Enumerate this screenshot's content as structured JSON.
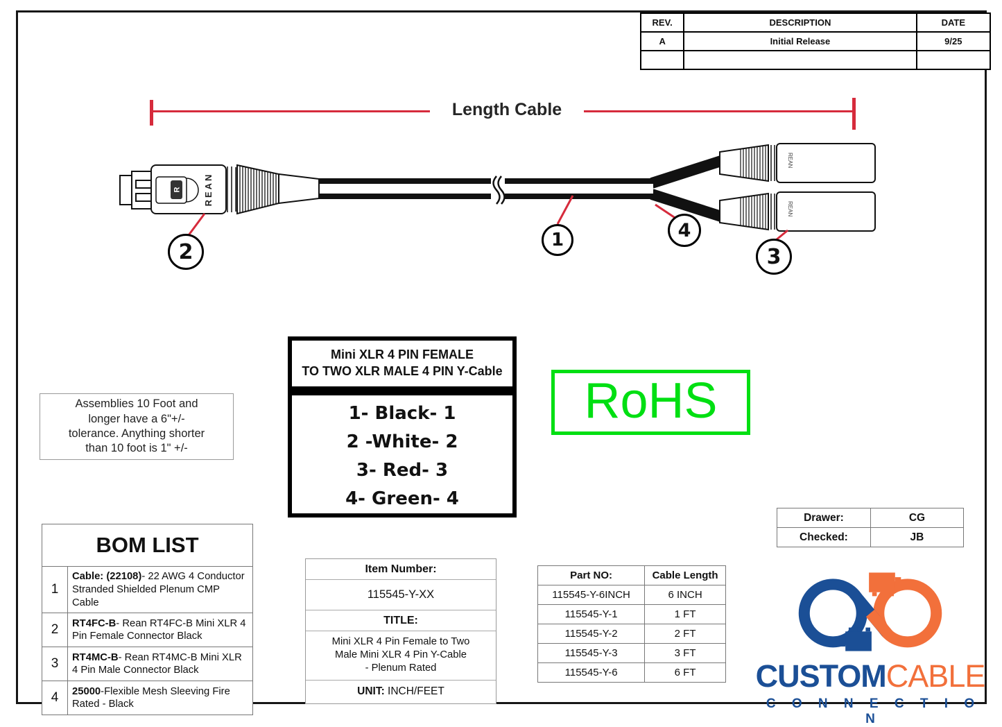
{
  "revision_table": {
    "headers": [
      "REV.",
      "DESCRIPTION",
      "DATE"
    ],
    "rows": [
      [
        "A",
        "Initial Release",
        "9/25"
      ],
      [
        "",
        "",
        ""
      ]
    ]
  },
  "drawing": {
    "dimension_label": "Length Cable",
    "connector_brand": "REAN",
    "logo_letter": "R",
    "callouts": [
      "1",
      "2",
      "3",
      "4"
    ],
    "accent_red": "#d62b3c"
  },
  "tolerance_note": {
    "lines": [
      "Assemblies 10 Foot and",
      "longer have a 6\"+/-",
      "tolerance. Anything shorter",
      "than 10 foot is 1\" +/-"
    ]
  },
  "spec_box": {
    "title_line1": "Mini XLR 4 PIN FEMALE",
    "title_line2": "TO TWO XLR MALE 4 PIN Y-Cable",
    "wires": [
      "1- Black- 1",
      "2 -White- 2",
      "3- Red- 3",
      "4- Green- 4"
    ]
  },
  "rohs": {
    "label": "RoHS",
    "color": "#00df12"
  },
  "bom": {
    "title": "BOM LIST",
    "items": [
      {
        "no": "1",
        "code": "Cable: (22108)",
        "desc": "- 22 AWG 4 Conductor Stranded Shielded Plenum CMP Cable"
      },
      {
        "no": "2",
        "code": "RT4FC-B",
        "desc": "- Rean RT4FC-B Mini XLR 4 Pin Female Connector Black"
      },
      {
        "no": "3",
        "code": "RT4MC-B",
        "desc": "- Rean RT4MC-B Mini XLR 4 Pin Male Connector Black"
      },
      {
        "no": "4",
        "code": "25000",
        "desc": "-Flexible Mesh Sleeving Fire Rated - Black"
      }
    ]
  },
  "item_info": {
    "item_number_label": "Item Number:",
    "item_number": "115545-Y-XX",
    "title_label": "TITLE:",
    "title_lines": [
      "Mini XLR 4 Pin Female to Two",
      "Male Mini XLR 4 Pin Y-Cable",
      "- Plenum Rated"
    ],
    "unit_label": "UNIT:",
    "unit_value": " INCH/FEET"
  },
  "part_table": {
    "headers": [
      "Part NO:",
      "Cable Length"
    ],
    "rows": [
      [
        "115545-Y-6INCH",
        "6 INCH"
      ],
      [
        "115545-Y-1",
        "1 FT"
      ],
      [
        "115545-Y-2",
        "2 FT"
      ],
      [
        "115545-Y-3",
        "3 FT"
      ],
      [
        "115545-Y-6",
        "6 FT"
      ]
    ]
  },
  "approval": {
    "rows": [
      [
        "Drawer:",
        "CG"
      ],
      [
        "Checked:",
        "JB"
      ]
    ]
  },
  "logo": {
    "custom": "CUSTOM",
    "cable": "CABLE",
    "connection": "C O N N E C T I O N",
    "blue": "#1b4f96",
    "orange": "#f2703b"
  }
}
